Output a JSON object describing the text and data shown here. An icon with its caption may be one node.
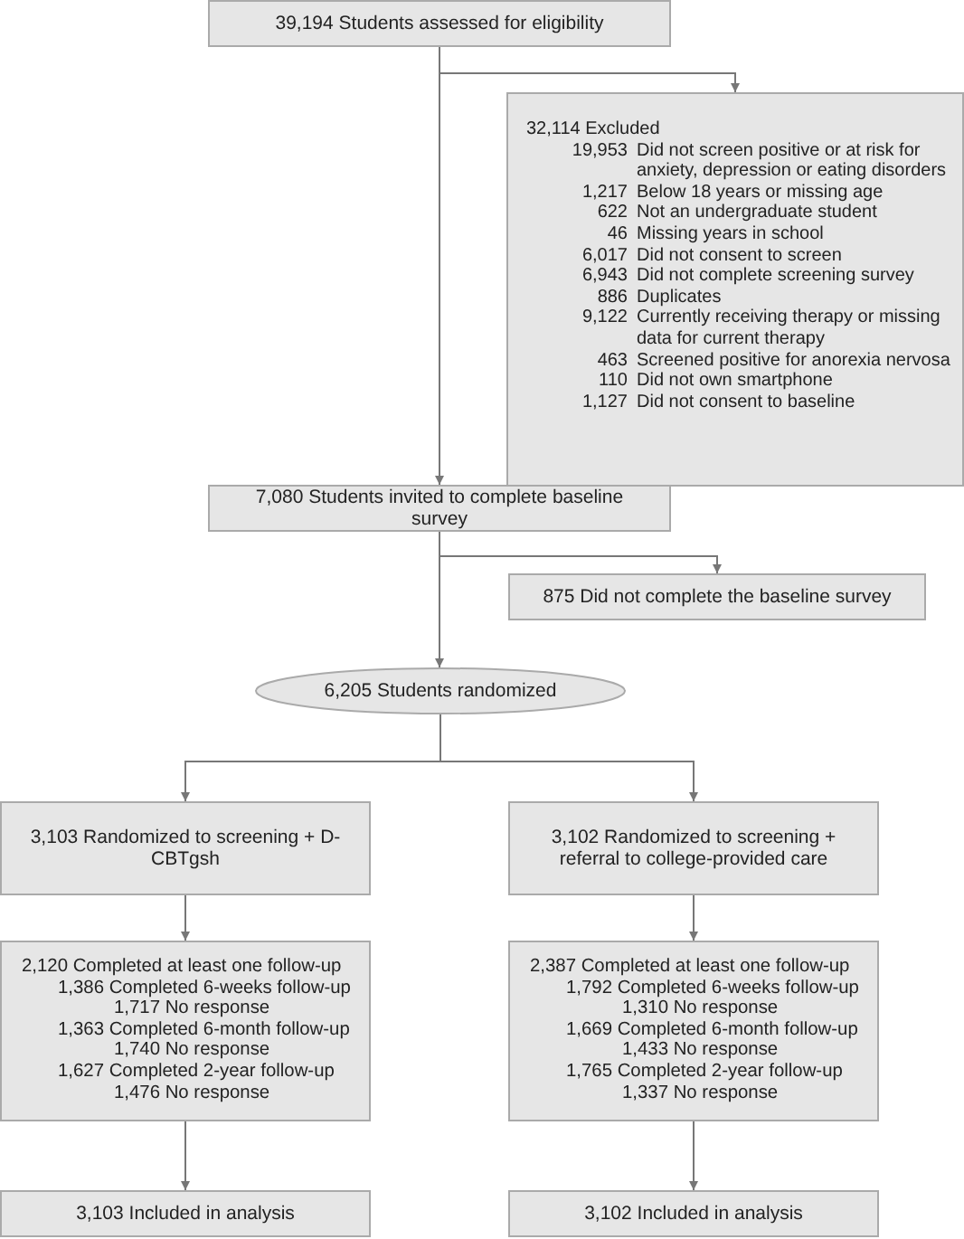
{
  "diagram": {
    "nodes": [
      {
        "text": [
          "39,194 Students assessed for eligibility"
        ]
      },
      {
        "text": [
          "32,114 Excluded",
          "19,953",
          "Did not screen positive or at risk for anxiety, depression or eating disorders",
          "1,217",
          "Below 18 years or missing age",
          "622",
          "Not an undergraduate student",
          "46",
          "Missing years in school",
          "6,017",
          "Did not consent to screen",
          "6,943",
          "Did not complete screening survey",
          "886",
          "Duplicates",
          "9,122",
          "Currently receiving therapy or missing data for current therapy",
          "463",
          "Screened positive for anorexia nervosa",
          "110",
          "Did not own smartphone",
          "1,127",
          "Did not consent to baseline"
        ]
      },
      {
        "text": [
          "7,080 Students invited to complete baseline survey"
        ]
      },
      {
        "text": [
          "875 Did not complete the baseline survey"
        ]
      },
      {
        "text": [
          "6,205 Students randomized"
        ]
      },
      {
        "text": [
          "3,103 Randomized to screening + D-CBTgsh"
        ]
      },
      {
        "text": [
          "3,102 Randomized to screening + referral to college-provided care"
        ]
      },
      {
        "text": [
          "2,120 Completed at least one follow-up",
          "1,386 Completed 6-weeks follow-up",
          "1,717 No response",
          "1,363 Completed 6-month follow-up",
          "1,740 No response",
          "1,627 Completed 2-year follow-up",
          "1,476 No response"
        ]
      },
      {
        "text": [
          "2,387 Completed at least one follow-up",
          "1,792 Completed 6-weeks follow-up",
          "1,310 No response",
          "1,669 Completed 6-month follow-up",
          "1,433 No response",
          "1,765 Completed 2-year follow-up",
          "1,337 No response"
        ]
      },
      {
        "text": [
          "3,103 Included in analysis"
        ]
      },
      {
        "text": [
          "3,102 Included in analysis"
        ]
      }
    ],
    "edges": [
      {
        "from": 0,
        "to": 1,
        "arrow": "to"
      },
      {
        "from": 0,
        "to": 2,
        "arrow": "to"
      },
      {
        "from": 2,
        "to": 3,
        "arrow": "to"
      },
      {
        "from": 2,
        "to": 4,
        "arrow": "to"
      },
      {
        "from": 4,
        "to": 5,
        "arrow": "to"
      },
      {
        "from": 4,
        "to": 6,
        "arrow": "to"
      },
      {
        "from": 5,
        "to": 7,
        "arrow": "to"
      },
      {
        "from": 6,
        "to": 8,
        "arrow": "to"
      },
      {
        "from": 7,
        "to": 9,
        "arrow": "to"
      },
      {
        "from": 8,
        "to": 10,
        "arrow": "to"
      }
    ]
  }
}
